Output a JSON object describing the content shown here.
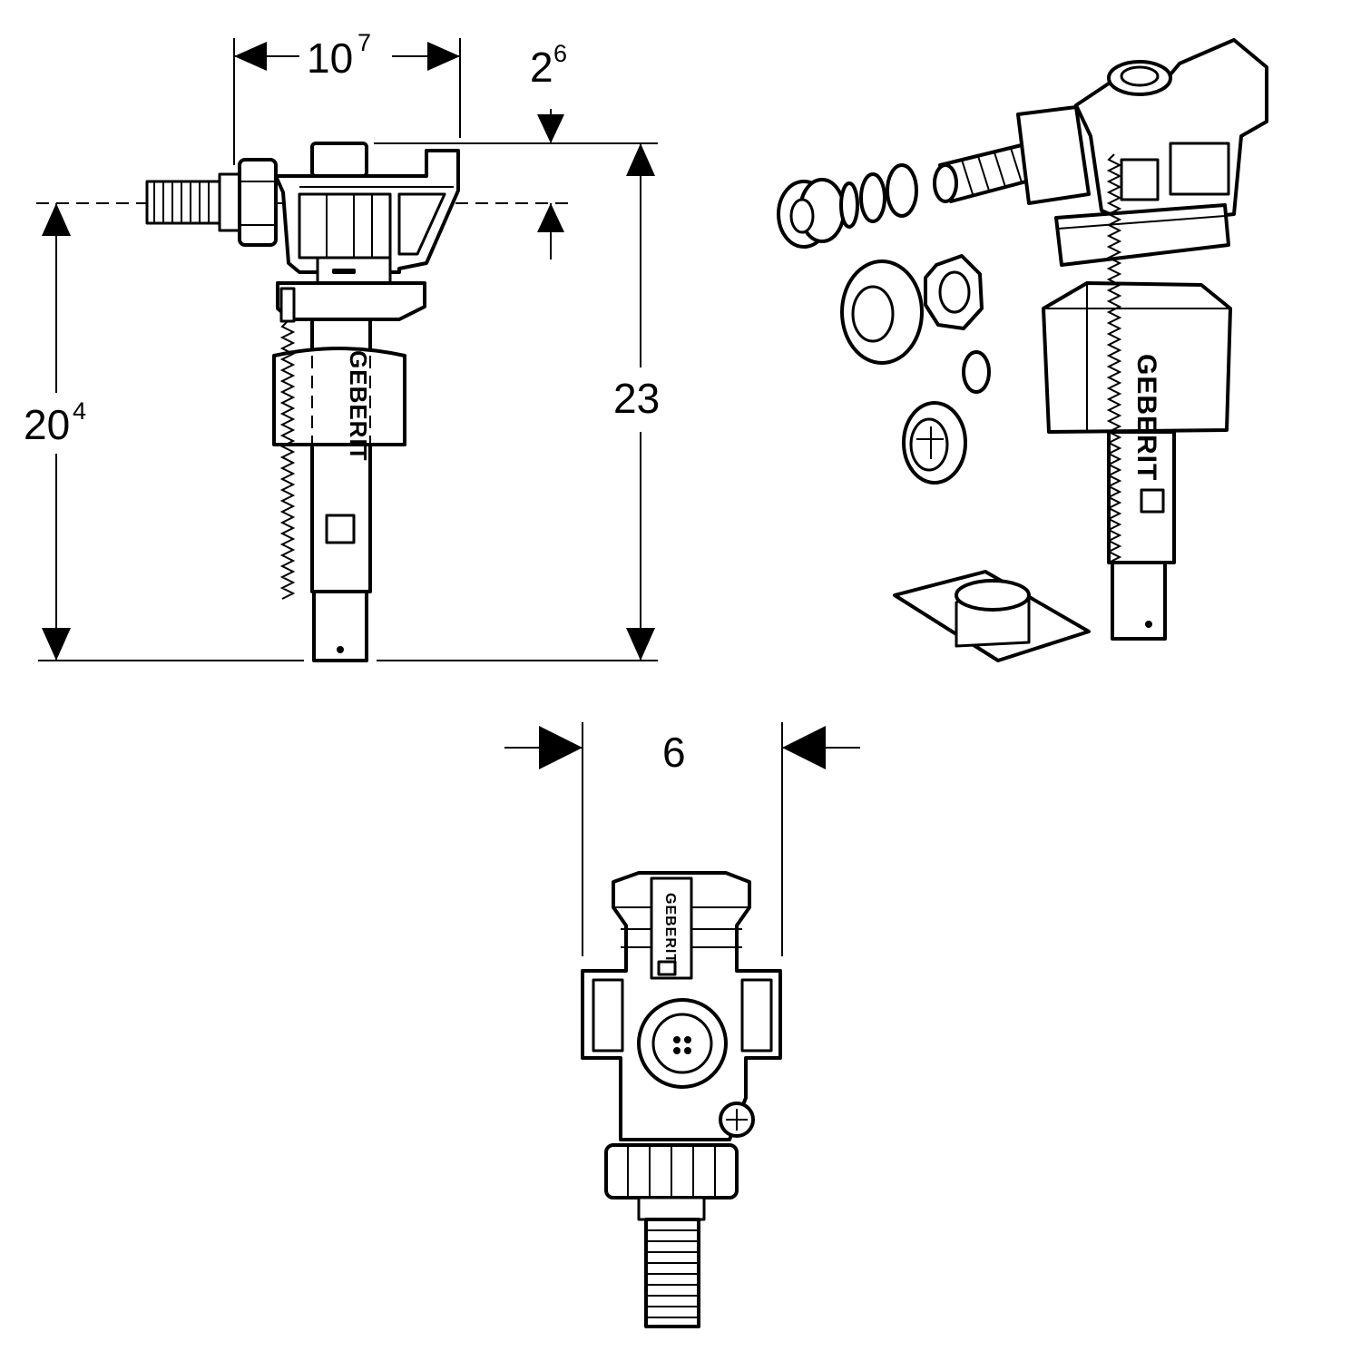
{
  "dimensions": {
    "width_top": {
      "main": "10",
      "sup": "7"
    },
    "top_offset": {
      "main": "2",
      "sup": "6"
    },
    "height_total": {
      "main": "23"
    },
    "height_inlet": {
      "main": "20",
      "sup": "4"
    },
    "width_side": {
      "main": "6"
    }
  },
  "labels": {
    "brand": "GEBERIT"
  },
  "colors": {
    "ink": "#000000",
    "paper": "#ffffff"
  }
}
